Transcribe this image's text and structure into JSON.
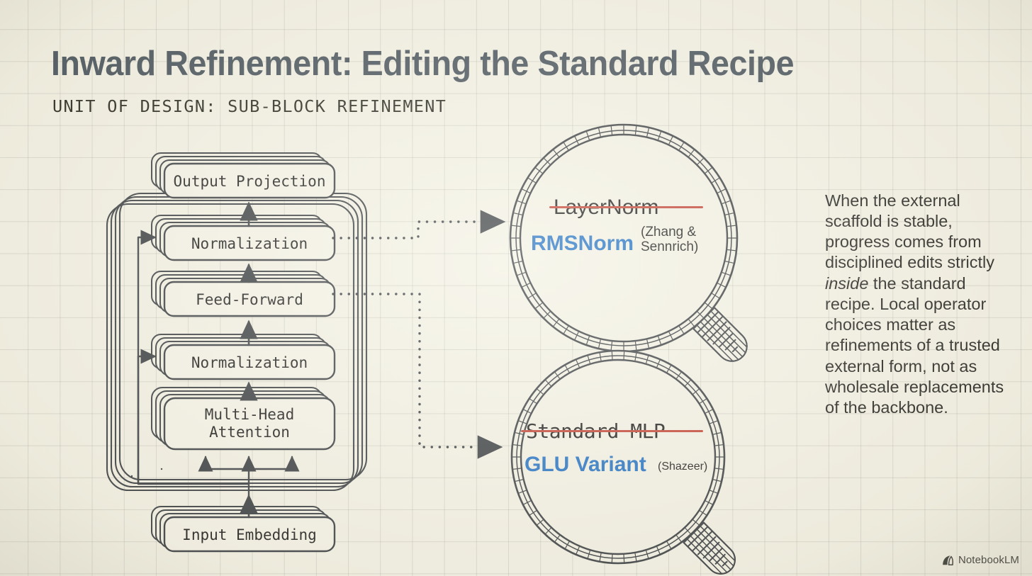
{
  "header": {
    "title": "Inward Refinement: Editing the Standard Recipe",
    "subtitle": "UNIT OF DESIGN: SUB-BLOCK REFINEMENT"
  },
  "colors": {
    "background": "#f3f1e4",
    "grid_line": "#78786e",
    "ink": "#2f3338",
    "title": "#3c4852",
    "accent_blue": "#1669c1",
    "strike_red": "#c0392b"
  },
  "diagram": {
    "name": "transformer-block-stack",
    "blocks": [
      {
        "id": "output-projection",
        "label": "Output Projection"
      },
      {
        "id": "normalization-top",
        "label": "Normalization"
      },
      {
        "id": "feed-forward",
        "label": "Feed-Forward"
      },
      {
        "id": "normalization-bottom",
        "label": "Normalization"
      },
      {
        "id": "multi-head-attention",
        "label": "Multi-Head\nAttention"
      },
      {
        "id": "input-embedding",
        "label": "Input Embedding"
      }
    ]
  },
  "magnifiers": [
    {
      "id": "norm-magnifier",
      "source_block": "normalization-top",
      "old_label": "LayerNorm",
      "old_label_style": "sans",
      "new_label": "RMSNorm",
      "citation": "(Zhang &\nSennrich)"
    },
    {
      "id": "mlp-magnifier",
      "source_block": "feed-forward",
      "old_label": "Standard MLP",
      "old_label_style": "mono",
      "new_label": "GLU Variant",
      "citation": "(Shazeer)"
    }
  ],
  "note": {
    "part1": "When the external scaffold is stable, progress comes from disciplined edits strictly ",
    "emphasis": "inside",
    "part2": " the standard recipe. Local operator choices matter as refinements of a trusted external form, not as wholesale replacements of the backbone."
  },
  "footer": {
    "brand": "NotebookLM",
    "icon": "notebooklm-spark-icon"
  }
}
